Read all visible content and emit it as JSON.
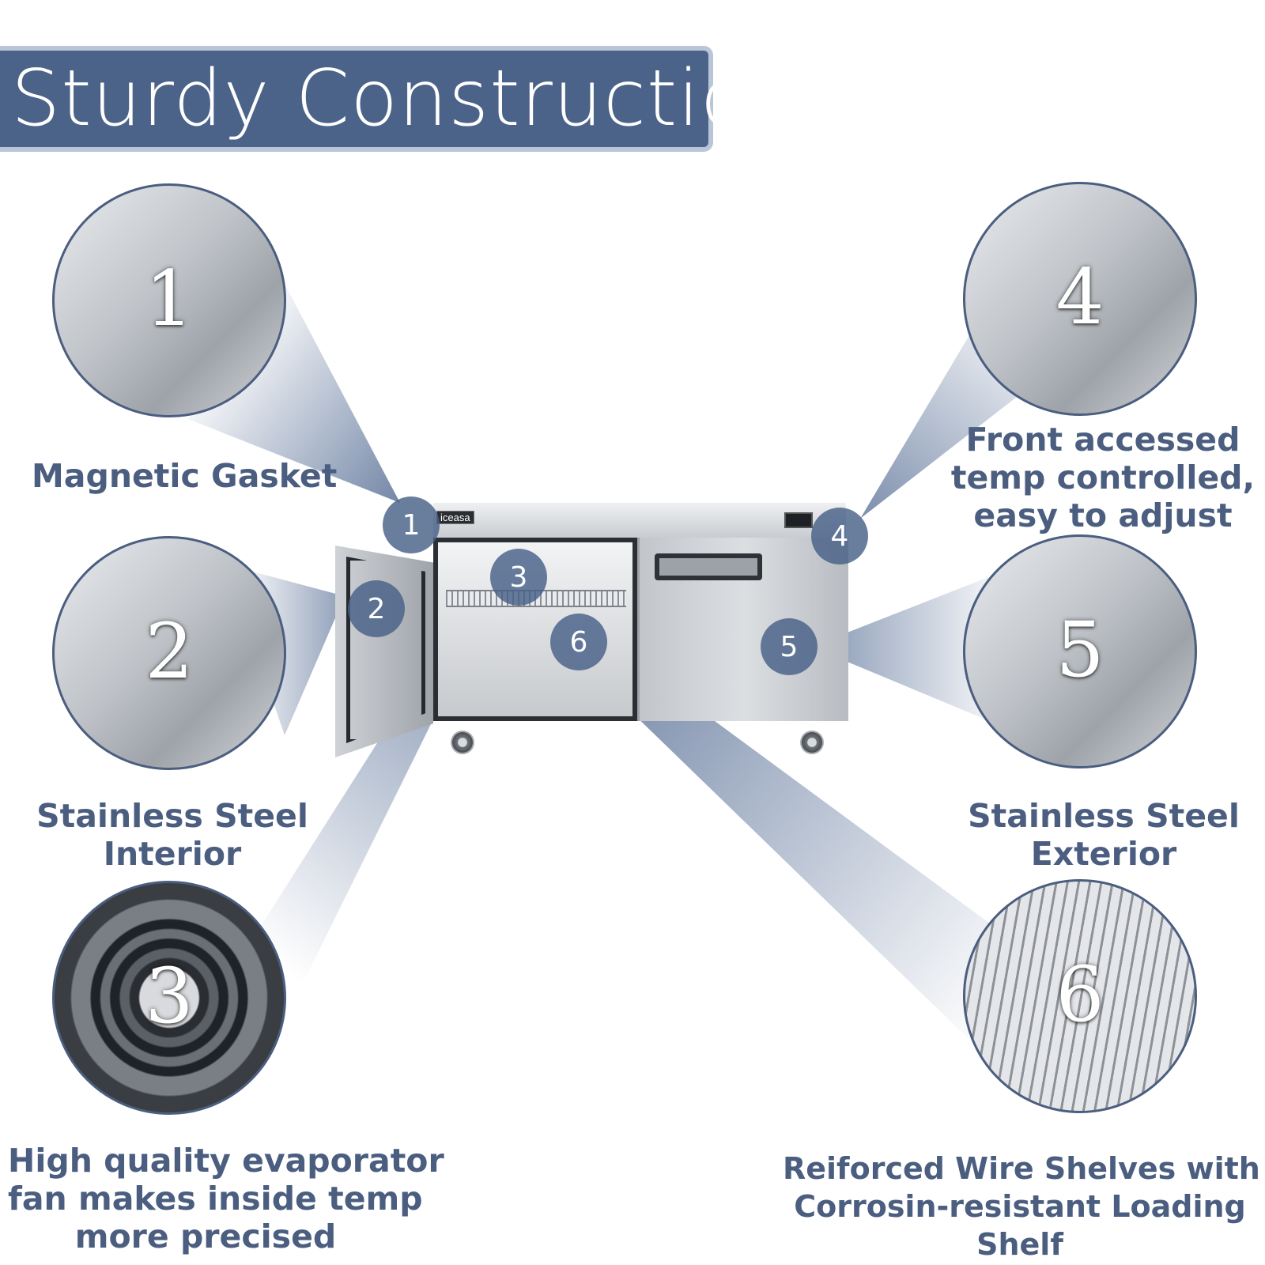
{
  "title": "Sturdy Construction:",
  "brand_logo": "iceasa",
  "features": [
    {
      "number": "1",
      "label_lines": [
        "Magnetic Gasket"
      ],
      "icon": "gasket-closeup"
    },
    {
      "number": "2",
      "label_lines": [
        "Stainless Steel",
        "Interior"
      ],
      "icon": "interior-closeup"
    },
    {
      "number": "3",
      "label_lines": [
        "High quality evaporator",
        "fan makes inside temp",
        "more precised"
      ],
      "icon": "fan-closeup"
    },
    {
      "number": "4",
      "label_lines": [
        "Front accessed",
        "temp controlled,",
        "easy to adjust"
      ],
      "icon": "controller-closeup"
    },
    {
      "number": "5",
      "label_lines": [
        "Stainless Steel",
        "Exterior"
      ],
      "icon": "exterior-closeup"
    },
    {
      "number": "6",
      "label_lines": [
        "Reiforced Wire Shelves with 2",
        "Corrosin-resistant Loading",
        "Shelf"
      ],
      "icon": "shelf-closeup"
    }
  ],
  "colors": {
    "title_bg": "#4b6289",
    "title_border": "#b9c6d8",
    "label_text": "#4b5e80",
    "marker_fill": "#486087",
    "beam": "#3f5a86"
  }
}
